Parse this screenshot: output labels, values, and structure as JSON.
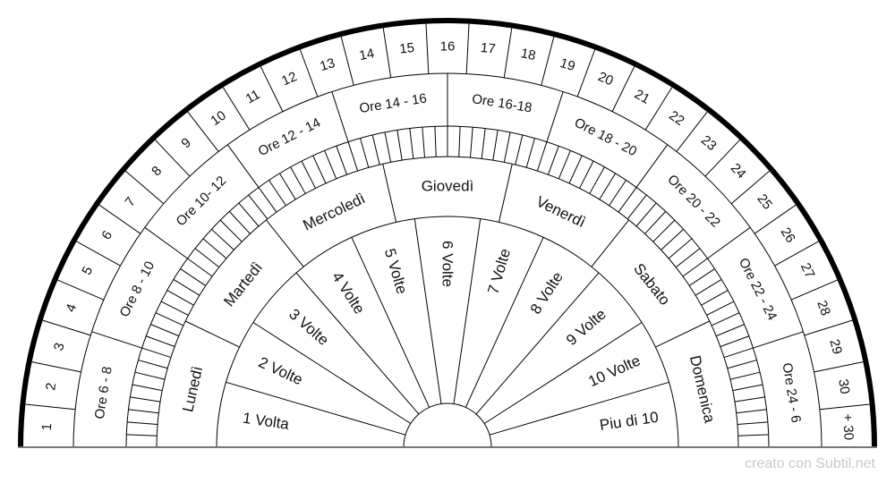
{
  "outer_ring": {
    "labels": [
      "1",
      "2",
      "3",
      "4",
      "5",
      "6",
      "7",
      "8",
      "9",
      "10",
      "11",
      "12",
      "13",
      "14",
      "15",
      "16",
      "17",
      "18",
      "19",
      "20",
      "21",
      "22",
      "23",
      "24",
      "25",
      "26",
      "27",
      "28",
      "29",
      "30",
      "+ 30"
    ]
  },
  "hours_ring": {
    "labels": [
      "Ore 6 - 8",
      "Ore 8 - 10",
      "Ore 10- 12",
      "Ore 12 - 14",
      "Ore 14 - 16",
      "Ore 16-18",
      "Ore 18 - 20",
      "Ore 20 - 22",
      "Ore 22 - 24",
      "Ore 24 - 6"
    ]
  },
  "tick_ring": {
    "divisions": 80
  },
  "days_ring": {
    "labels": [
      "Lunedì",
      "Martedì",
      "Mercoledì",
      "Giovedì",
      "Venerdì",
      "Sabato",
      "Domenica"
    ]
  },
  "times_ring": {
    "labels": [
      "1 Volta",
      "2 Volte",
      "3 Volte",
      "4 Volte",
      "5 Volte",
      "6 Volte",
      "7 Volte",
      "8 Volte",
      "9 Volte",
      "10 Volte",
      "Piu di 10"
    ]
  },
  "watermark": "creato con Subtil.net",
  "colors": {
    "line": "#000000",
    "baseline": "#777777",
    "watermark": "#c8c8c8"
  }
}
